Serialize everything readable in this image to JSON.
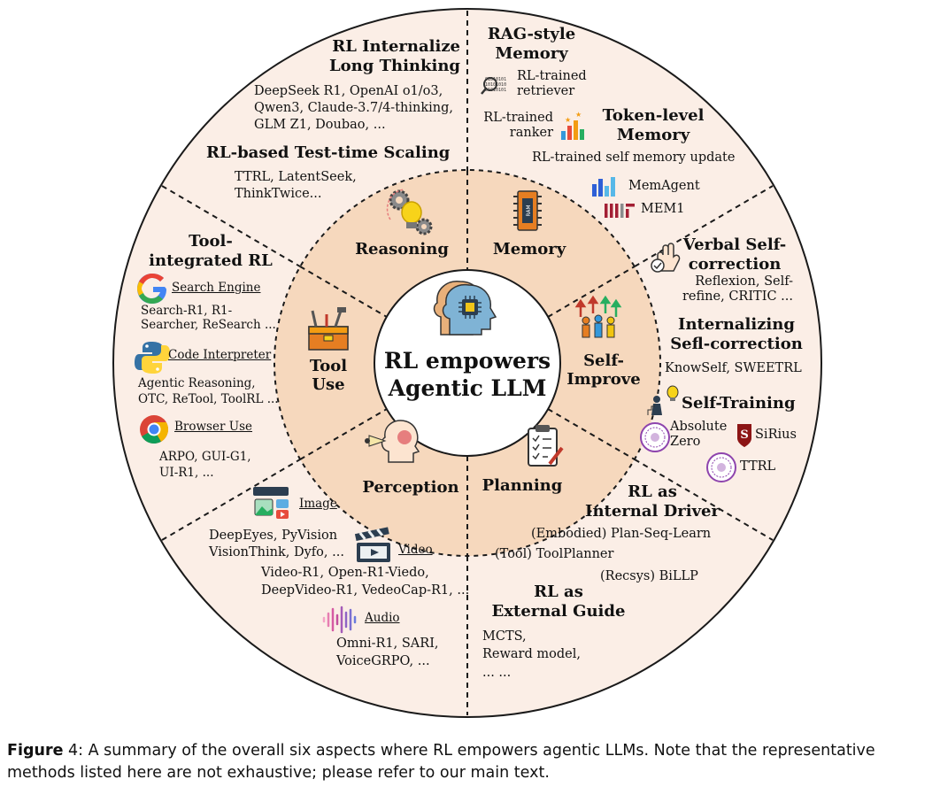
{
  "center": {
    "line1": "RL empowers",
    "line2": "Agentic LLM"
  },
  "core": {
    "reasoning": "Reasoning",
    "memory": "Memory",
    "tool_use_1": "Tool",
    "tool_use_2": "Use",
    "self_improve_1": "Self-",
    "self_improve_2": "Improve",
    "perception": "Perception",
    "planning": "Planning"
  },
  "reasoning": {
    "internalize_h1": "RL Internalize",
    "internalize_h2": "Long Thinking",
    "internalize_m1": "DeepSeek R1, OpenAI o1/o3,",
    "internalize_m2": "Qwen3, Claude-3.7/4-thinking,",
    "internalize_m3": "GLM Z1, Doubao, ...",
    "tts_h": "RL-based Test-time Scaling",
    "tts_m1": "TTRL, LatentSeek,",
    "tts_m2": "ThinkTwice..."
  },
  "memory": {
    "rag_h1": "RAG-style",
    "rag_h2": "Memory",
    "retriever_1": "RL-trained",
    "retriever_2": "retriever",
    "ranker_1": "RL-trained",
    "ranker_2": "ranker",
    "token_h1": "Token-level",
    "token_h2": "Memory",
    "self_update": "RL-trained self memory update",
    "memagent": "MemAgent",
    "mem1": "MEM1"
  },
  "tool_use": {
    "h1": "Tool-",
    "h2": "integrated RL",
    "search_tool": "Search Engine",
    "search_m1": "Search-R1, R1-",
    "search_m2": "Searcher, ReSearch ...",
    "code_tool": "Code Interpreter",
    "code_m1": "Agentic Reasoning,",
    "code_m2": "OTC, ReTool, ToolRL ...",
    "browser_tool": "Browser Use",
    "browser_m1": "ARPO, GUI-G1,",
    "browser_m2": "UI-R1, ..."
  },
  "self_improve": {
    "verbal_h1": "Verbal Self-",
    "verbal_h2": "correction",
    "verbal_m1": "Reflexion, Self-",
    "verbal_m2": "refine, CRITIC ...",
    "intern_h1": "Internalizing",
    "intern_h2": "Sefl-correction",
    "intern_m": "KnowSelf, SWEETRL",
    "training_h": "Self-Training",
    "absolute_1": "Absolute",
    "absolute_2": "Zero",
    "sirius": "SiRius",
    "ttrl": "TTRL"
  },
  "perception": {
    "image_tool": "Image",
    "image_m1": "DeepEyes, PyVision",
    "image_m2": "VisionThink, Dyfo, ...",
    "video_tool": "Video",
    "video_m1": "Video-R1, Open-R1-Viedo,",
    "video_m2": "DeepVideo-R1, VedeoCap-R1, ...",
    "audio_tool": "Audio",
    "audio_m1": "Omni-R1, SARI,",
    "audio_m2": "VoiceGRPO, ..."
  },
  "planning": {
    "internal_h1": "RL as",
    "internal_h2": "Internal Driver",
    "internal_m1": "(Embodied) Plan-Seq-Learn",
    "internal_m2": "(Tool) ToolPlanner",
    "internal_m3": "(Recsys) BiLLP",
    "external_h1": "RL as",
    "external_h2": "External Guide",
    "external_m1": "MCTS,",
    "external_m2": "Reward model,",
    "external_m3": "... ..."
  },
  "icons": {
    "reasoning": "gear-lightbulb-icon",
    "memory": "ram-chip-icon",
    "tool_use": "toolbox-icon",
    "self_improve": "growth-people-icon",
    "perception": "eye-head-icon",
    "planning": "clipboard-checklist-icon",
    "center": "ai-head-icon",
    "search": "google-icon",
    "code": "python-icon",
    "browser": "chrome-icon",
    "image": "image-gallery-icon",
    "video": "clapperboard-icon",
    "audio": "waveform-icon"
  },
  "colors": {
    "outer_ring": "#fbeee6",
    "middle_ring": "#f6d8bd",
    "inner_circle": "#ffffff"
  },
  "caption": {
    "label": "Figure",
    "number": "4",
    "text": ": A summary of the overall six aspects where RL empowers agentic LLMs. Note that the representative methods listed here are not exhaustive; please refer to our main text."
  }
}
